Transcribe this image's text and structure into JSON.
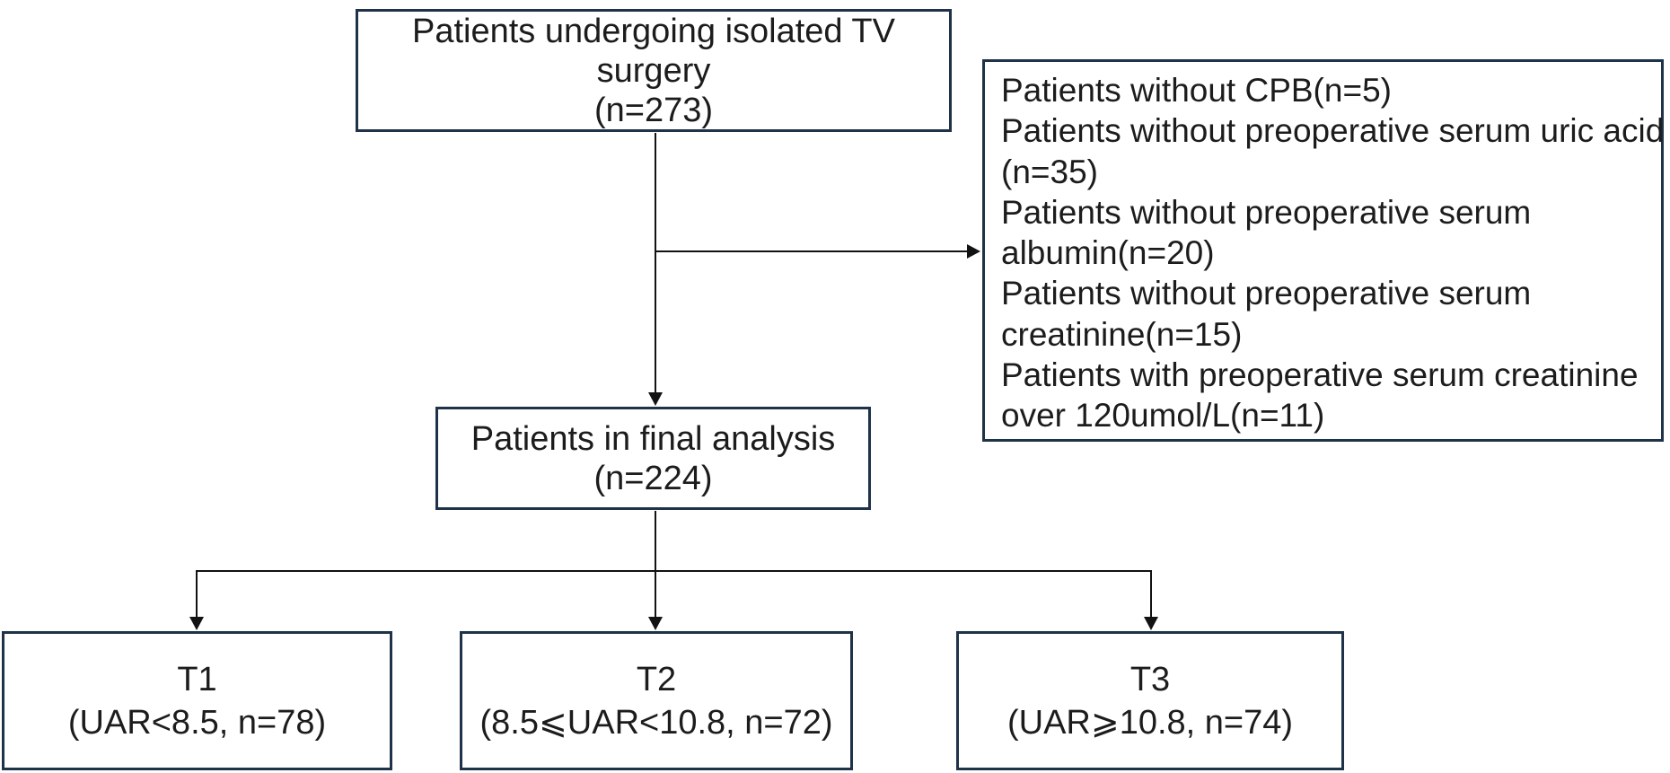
{
  "boxes": {
    "surgery": {
      "lines": [
        "Patients undergoing isolated TV",
        "surgery",
        "(n=273)"
      ]
    },
    "exclusions": {
      "lines": [
        "Patients without CPB(n=5)",
        "Patients without preoperative serum uric acid",
        "(n=35)",
        "Patients without preoperative serum",
        "albumin(n=20)",
        "Patients without preoperative serum",
        "creatinine(n=15)",
        "Patients with preoperative serum creatinine",
        "over 120umol/L(n=11)"
      ]
    },
    "final": {
      "lines": [
        "Patients in final analysis",
        "(n=224)"
      ]
    },
    "t1": {
      "lines": [
        "T1",
        "(UAR<8.5, n=78)"
      ]
    },
    "t2": {
      "lines": [
        "T2",
        "(8.5⩽UAR<10.8, n=72)"
      ]
    },
    "t3": {
      "lines": [
        "T3",
        "(UAR⩾10.8, n=74)"
      ]
    }
  },
  "colors": {
    "border": "#1e3349",
    "connector": "#121212",
    "text": "#1c1c1c",
    "background": "#ffffff"
  }
}
